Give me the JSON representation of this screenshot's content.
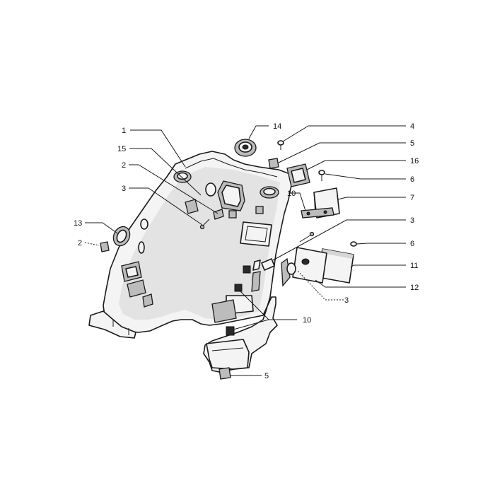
{
  "callouts": {
    "c1": "1",
    "c15": "15",
    "c2a": "2",
    "c3a": "3",
    "c13": "13",
    "c2b": "2",
    "c14": "14",
    "c4": "4",
    "c5a": "5",
    "c16": "16",
    "c6a": "6",
    "c10a": "10",
    "c7": "7",
    "c3b": "3",
    "c6b": "6",
    "c11": "11",
    "c12": "12",
    "c3c": "3",
    "c10b": "10",
    "c5b": "5"
  },
  "colors": {
    "line": "#1a1a1a",
    "fill": "#f4f4f4",
    "shade": "#d6d6d6",
    "background": "#ffffff"
  }
}
